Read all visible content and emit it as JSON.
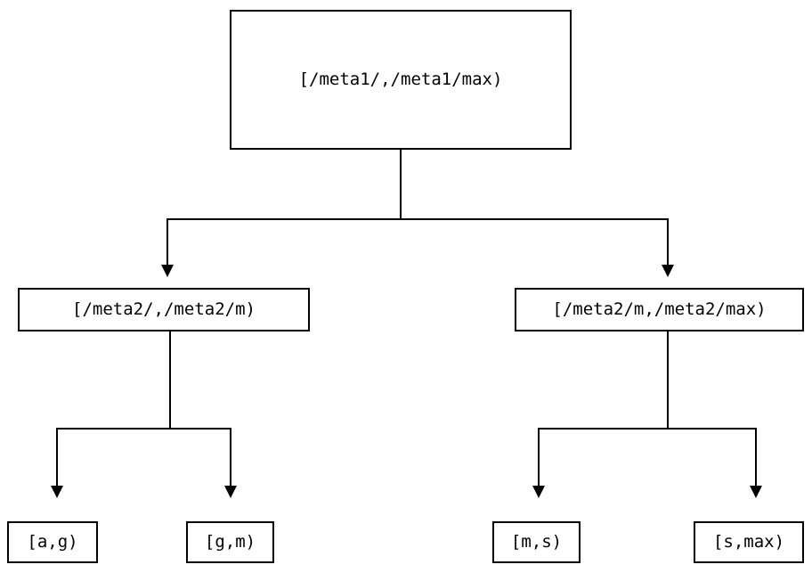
{
  "diagram": {
    "type": "tree",
    "background_color": "#ffffff",
    "line_color": "#000000",
    "text_color": "#000000",
    "root": {
      "label": "[/meta1/,/meta1/max)"
    },
    "level2": [
      {
        "label": "[/meta2/,/meta2/m)"
      },
      {
        "label": "[/meta2/m,/meta2/max)"
      }
    ],
    "leaves": [
      {
        "label": "[a,g)"
      },
      {
        "label": "[g,m)"
      },
      {
        "label": "[m,s)"
      },
      {
        "label": "[s,max)"
      }
    ]
  }
}
